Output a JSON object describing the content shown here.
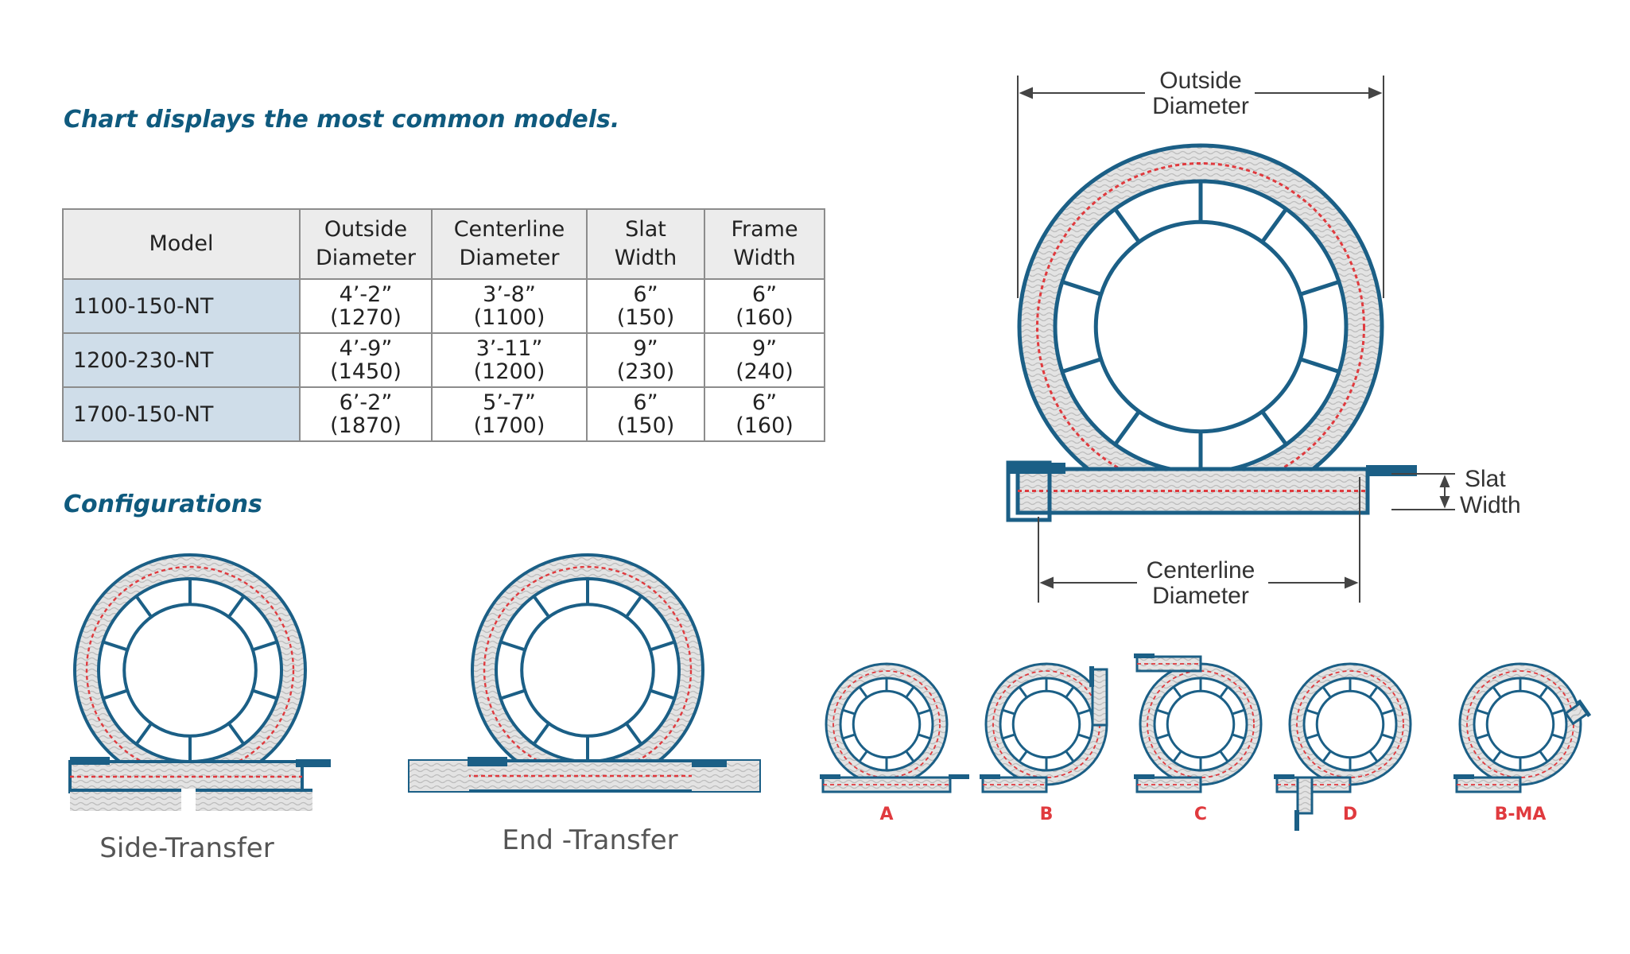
{
  "intro_heading": "Chart displays the most common models.",
  "configurations_heading": "Configurations",
  "table": {
    "headers": [
      {
        "l1": "Model",
        "l2": ""
      },
      {
        "l1": "Outside",
        "l2": "Diameter"
      },
      {
        "l1": "Centerline",
        "l2": "Diameter"
      },
      {
        "l1": "Slat",
        "l2": "Width"
      },
      {
        "l1": "Frame",
        "l2": "Width"
      }
    ],
    "rows": [
      {
        "model": "1100-150-NT",
        "od": {
          "a": "4’-2”",
          "b": "(1270)"
        },
        "cd": {
          "a": "3’-8”",
          "b": "(1100)"
        },
        "sw": {
          "a": "6”",
          "b": "(150)"
        },
        "fw": {
          "a": "6”",
          "b": "(160)"
        }
      },
      {
        "model": "1200-230-NT",
        "od": {
          "a": "4’-9”",
          "b": "(1450)"
        },
        "cd": {
          "a": "3’-11”",
          "b": "(1200)"
        },
        "sw": {
          "a": "9”",
          "b": "(230)"
        },
        "fw": {
          "a": "9”",
          "b": "(240)"
        }
      },
      {
        "model": "1700-150-NT",
        "od": {
          "a": "6’-2”",
          "b": "(1870)"
        },
        "cd": {
          "a": "5’-7”",
          "b": "(1700)"
        },
        "sw": {
          "a": "6”",
          "b": "(150)"
        },
        "fw": {
          "a": "6”",
          "b": "(160)"
        }
      }
    ]
  },
  "diagram": {
    "outside_diameter": [
      "Outside",
      "Diameter"
    ],
    "centerline_diameter": [
      "Centerline",
      "Diameter"
    ],
    "slat_width": [
      "Slat",
      "Width"
    ]
  },
  "configs": {
    "side_transfer": "Side-Transfer",
    "end_transfer": "End -Transfer"
  },
  "variants": [
    "A",
    "B",
    "C",
    "D",
    "B-MA"
  ],
  "colors": {
    "brand_blue": "#1b5f86",
    "heading_blue": "#0f5a7e",
    "accent_red": "#e03a3e",
    "chain_gray": "#d9d9d9"
  }
}
